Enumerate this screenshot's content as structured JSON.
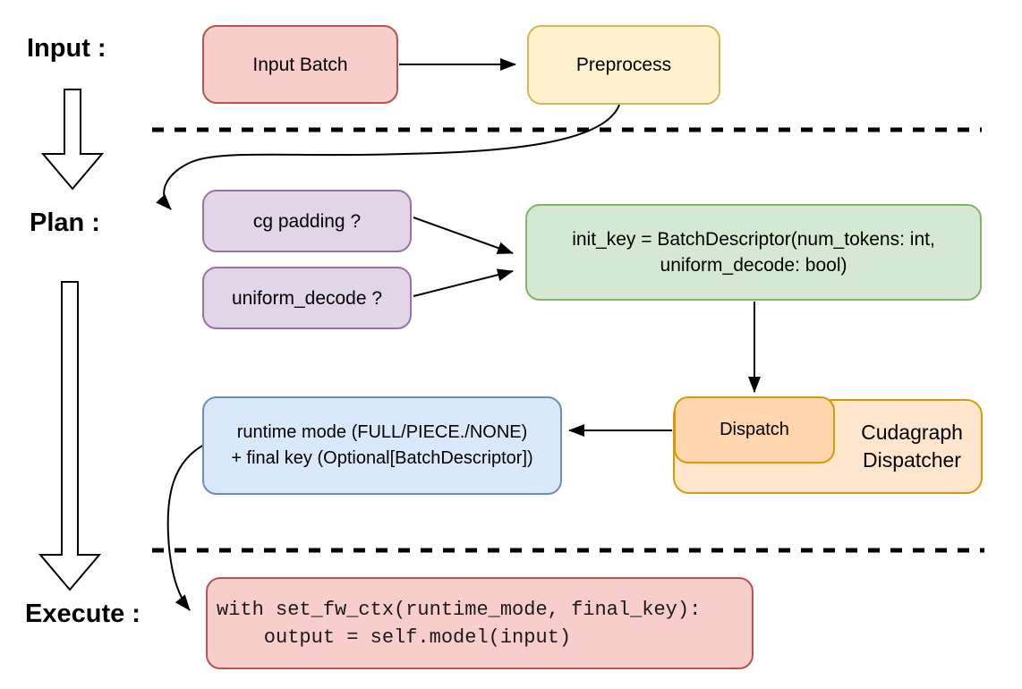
{
  "stages": {
    "input_label": "Input :",
    "plan_label": "Plan :",
    "execute_label": "Execute :"
  },
  "nodes": {
    "input_batch": {
      "label": "Input Batch"
    },
    "preprocess": {
      "label": "Preprocess"
    },
    "cg_padding": {
      "label": "cg padding ?"
    },
    "uniform_decode": {
      "label": "uniform_decode ?"
    },
    "init_key": {
      "line1": "init_key = BatchDescriptor(num_tokens: int,",
      "line2": "uniform_decode: bool)"
    },
    "dispatch": {
      "label": "Dispatch"
    },
    "cudagraph_dispatcher": {
      "line1": "Cudagraph",
      "line2": "Dispatcher"
    },
    "runtime_mode": {
      "line1": "runtime mode (FULL/PIECE./NONE)",
      "line2": "+ final key (Optional[BatchDescriptor])"
    },
    "execute_code": {
      "line1": "with set_fw_ctx(runtime_mode, final_key):",
      "line2": "    output = self.model(input)"
    }
  },
  "colors": {
    "red_fill": "#f8cecc",
    "red_stroke": "#b85450",
    "yellow_fill": "#fff2cc",
    "yellow_stroke": "#d6b656",
    "purple_fill": "#e1d5e7",
    "purple_stroke": "#9673a6",
    "green_fill": "#d5e8d4",
    "green_stroke": "#82b366",
    "blue_fill": "#dae8fc",
    "blue_stroke": "#6c8ebf",
    "orange_fill": "#ffe6cc",
    "orange_inner_fill": "#ffd6ad",
    "orange_stroke": "#d79b00",
    "arrow": "#000000",
    "text": "#000000",
    "background": "#ffffff"
  }
}
